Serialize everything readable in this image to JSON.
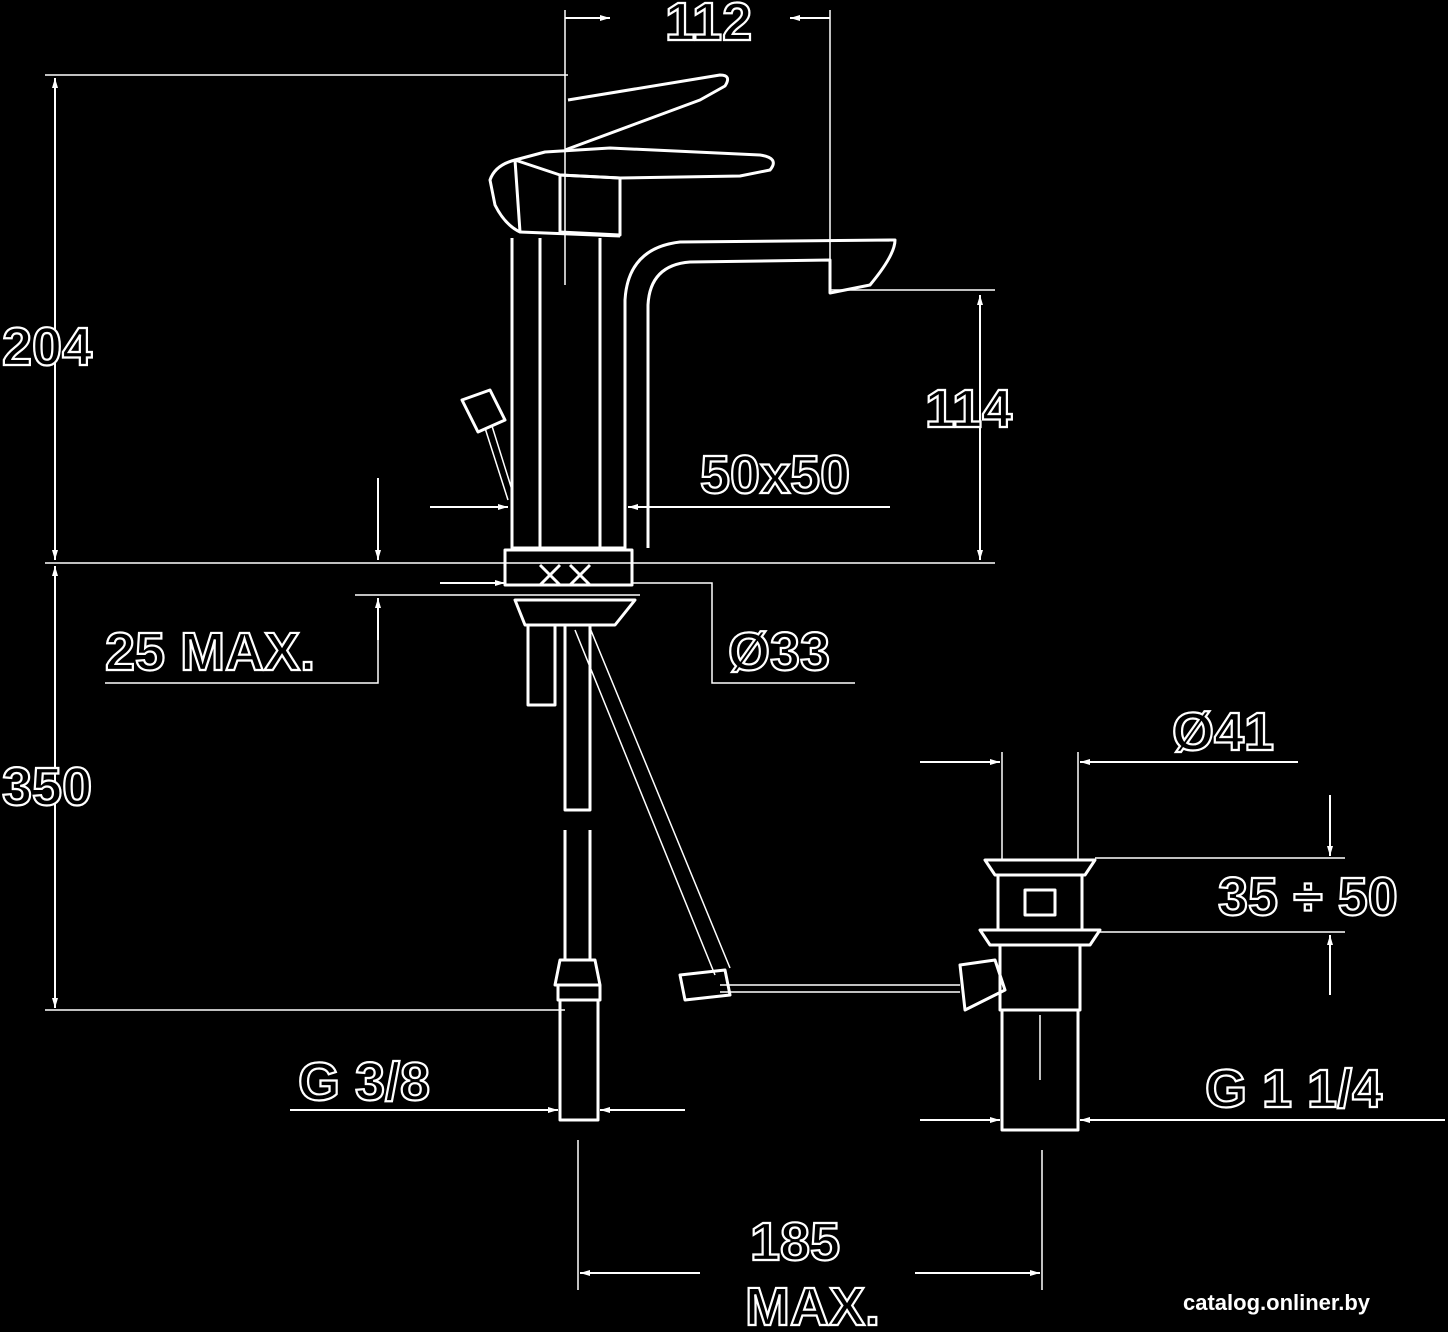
{
  "dimensions": {
    "spout_reach": "112",
    "total_height": "204",
    "spout_height": "114",
    "body_section": "50x50",
    "deck_thickness": "25 MAX.",
    "hole_diameter": "Ø33",
    "hose_length": "350",
    "waste_diameter": "Ø41",
    "waste_range": "35 ÷ 50",
    "inlet_thread": "G 3/8",
    "waste_thread": "G 1 1/4",
    "rod_length": "185",
    "rod_length_suffix": "MAX."
  },
  "watermark": "catalog.onliner.by",
  "colors": {
    "background": "#000000",
    "lines": "#ffffff"
  }
}
